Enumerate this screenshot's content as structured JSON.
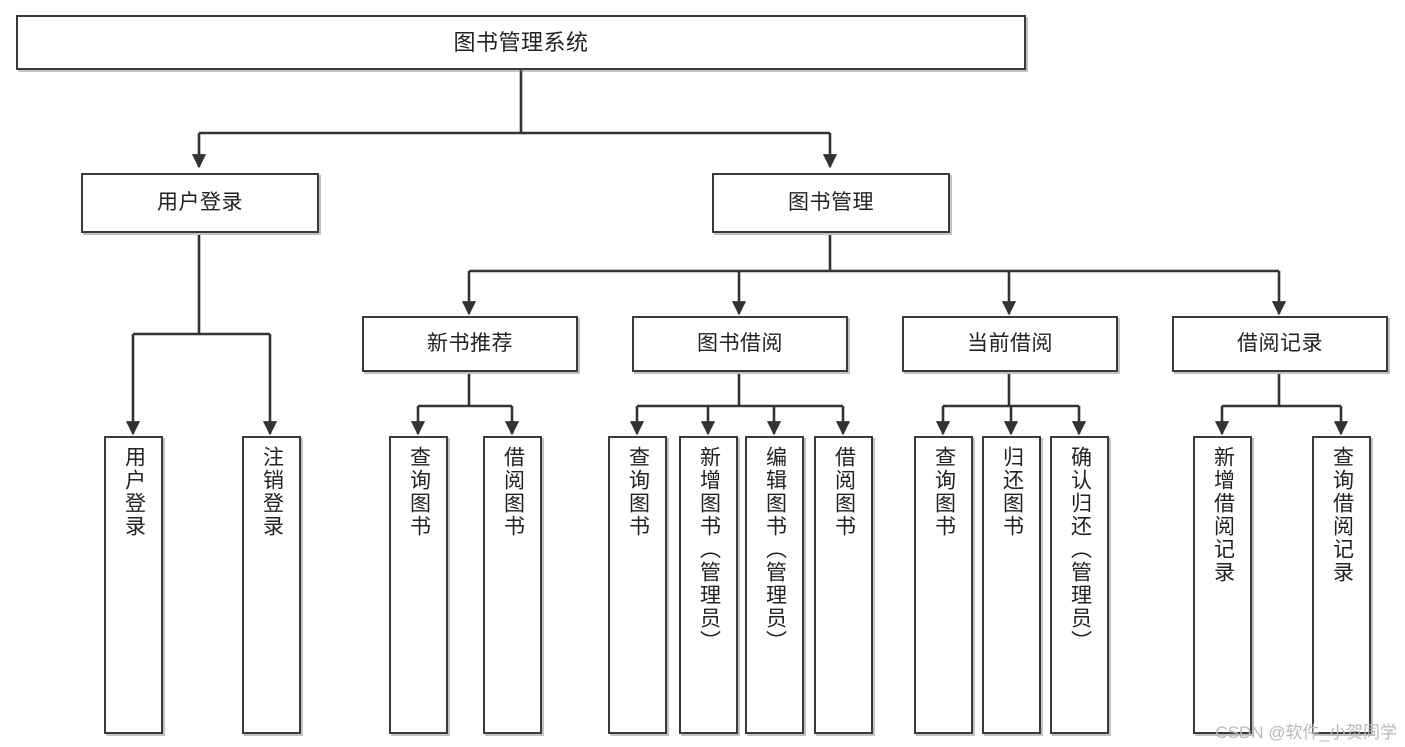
{
  "diagram": {
    "title": "图书管理系统",
    "type": "tree",
    "watermark": "CSDN @软件_小贺同学",
    "colors": {
      "box_border": "#3a3a3a",
      "box_fill": "#ffffff",
      "edge": "#333333",
      "text": "#222222",
      "watermark": "#b9b9b9"
    },
    "nodes": {
      "root": {
        "label": "图书管理系统"
      },
      "level1": [
        {
          "label": "用户登录"
        },
        {
          "label": "图书管理"
        }
      ],
      "level2": [
        {
          "label": "新书推荐"
        },
        {
          "label": "图书借阅"
        },
        {
          "label": "当前借阅"
        },
        {
          "label": "借阅记录"
        }
      ],
      "leaves": [
        {
          "label": "用户登录",
          "parent": "用户登录"
        },
        {
          "label": "注销登录",
          "parent": "用户登录"
        },
        {
          "label": "查询图书",
          "parent": "新书推荐"
        },
        {
          "label": "借阅图书",
          "parent": "新书推荐"
        },
        {
          "label": "查询图书",
          "parent": "图书借阅"
        },
        {
          "label": "新增图书（管理员）",
          "parent": "图书借阅"
        },
        {
          "label": "编辑图书（管理员）",
          "parent": "图书借阅"
        },
        {
          "label": "借阅图书",
          "parent": "图书借阅"
        },
        {
          "label": "查询图书",
          "parent": "当前借阅"
        },
        {
          "label": "归还图书",
          "parent": "当前借阅"
        },
        {
          "label": "确认归还（管理员）",
          "parent": "当前借阅"
        },
        {
          "label": "新增借阅记录",
          "parent": "借阅记录"
        },
        {
          "label": "查询借阅记录",
          "parent": "借阅记录"
        }
      ]
    }
  }
}
